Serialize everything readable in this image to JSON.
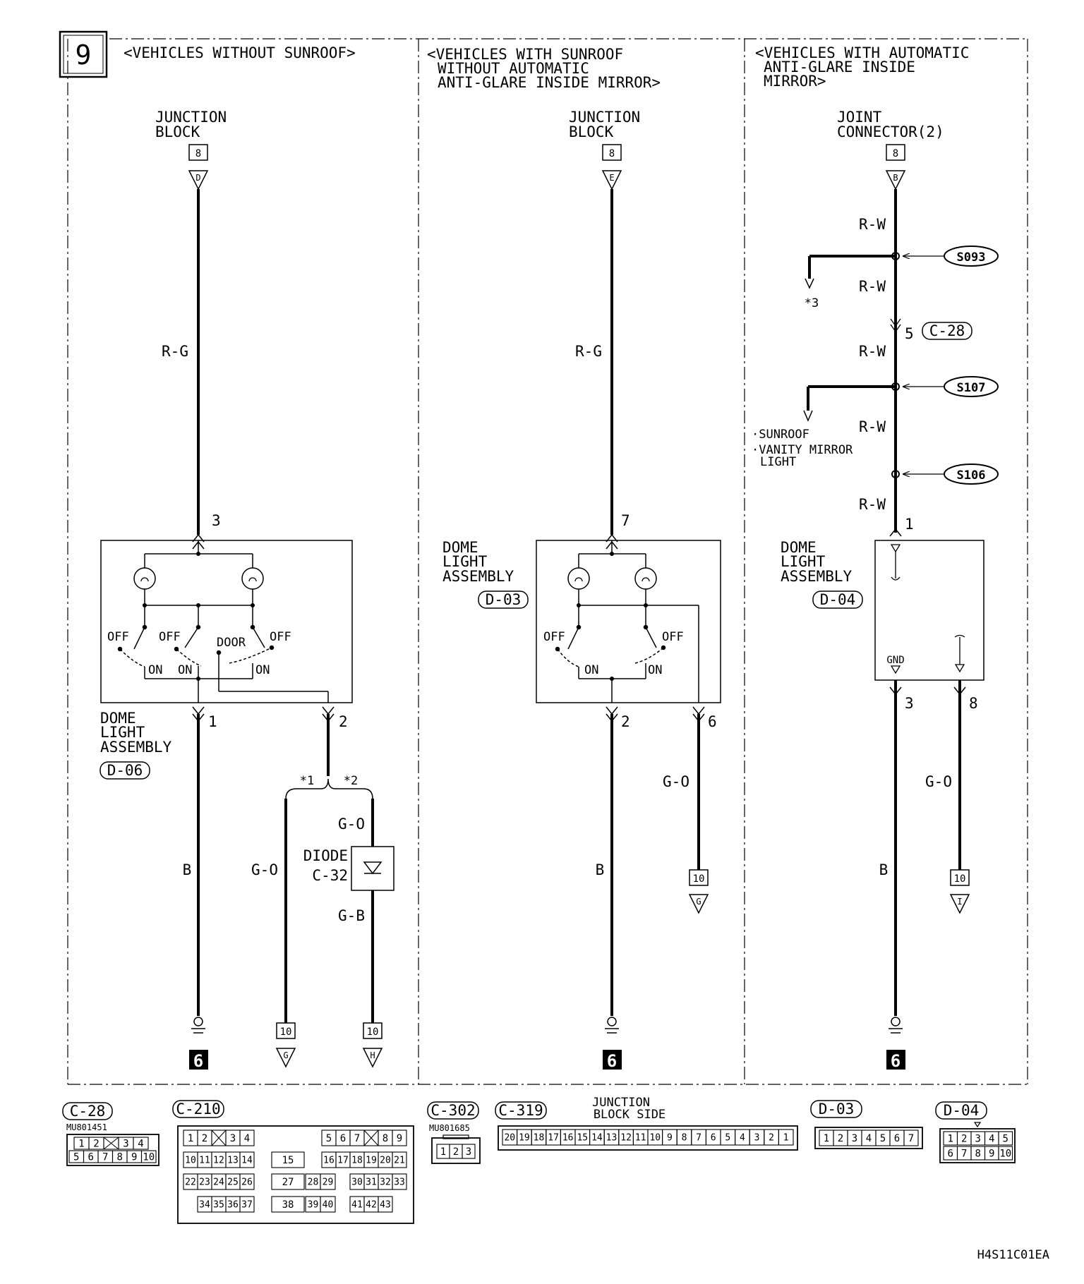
{
  "page_number": "9",
  "figure_code": "H4S11C01EA",
  "sections": {
    "s1": {
      "title": "<VEHICLES WITHOUT SUNROOF>",
      "source_name": [
        "JUNCTION",
        "BLOCK"
      ],
      "source_pin": "8",
      "source_letter": "D",
      "top_wire": "R-G",
      "in_pin": "3",
      "switch_labels": {
        "off1": "OFF",
        "off2": "OFF",
        "door": "DOOR",
        "off3": "OFF",
        "on1": "ON",
        "on2": "ON",
        "on3": "ON"
      },
      "assembly_name": [
        "DOME",
        "LIGHT",
        "ASSEMBLY"
      ],
      "assembly_code": "D-06",
      "out_pin_gnd": "1",
      "out_pin_sig": "2",
      "gnd_wire": "B",
      "star1": "*1",
      "star2": "*2",
      "left_wire": "G-O",
      "diode_in_wire": "G-O",
      "diode_name": "DIODE",
      "diode_code": "C-32",
      "diode_out_wire": "G-B",
      "ground_num": "6",
      "conn_left_pin": "10",
      "conn_left_letter": "G",
      "conn_right_pin": "10",
      "conn_right_letter": "H"
    },
    "s2": {
      "title": [
        "<VEHICLES WITH SUNROOF",
        "WITHOUT AUTOMATIC",
        "ANTI-GLARE INSIDE MIRROR>"
      ],
      "source_name": [
        "JUNCTION",
        "BLOCK"
      ],
      "source_pin": "8",
      "source_letter": "E",
      "top_wire": "R-G",
      "in_pin": "7",
      "switch_labels": {
        "off1": "OFF",
        "off2": "OFF",
        "on1": "ON",
        "on2": "ON"
      },
      "assembly_name": [
        "DOME",
        "LIGHT",
        "ASSEMBLY"
      ],
      "assembly_code": "D-03",
      "out_pin_gnd": "2",
      "out_pin_sig": "6",
      "gnd_wire": "B",
      "sig_wire": "G-O",
      "conn_pin": "10",
      "conn_letter": "G",
      "ground_num": "6"
    },
    "s3": {
      "title": [
        "<VEHICLES WITH AUTOMATIC",
        "ANTI-GLARE INSIDE",
        "MIRROR>"
      ],
      "source_name": [
        "JOINT",
        "CONNECTOR(2)"
      ],
      "source_pin": "8",
      "source_letter": "B",
      "wire_1": "R-W",
      "splice_1": "S093",
      "wire_2": "R-W",
      "branch_1": "*3",
      "c28_pin": "5",
      "c28_code": "C-28",
      "wire_3": "R-W",
      "splice_2": "S107",
      "wire_4": "R-W",
      "branch_2": [
        "·SUNROOF",
        "·VANITY MIRROR",
        "LIGHT"
      ],
      "splice_3": "S106",
      "wire_5": "R-W",
      "in_pin": "1",
      "assembly_name": [
        "DOME",
        "LIGHT",
        "ASSEMBLY"
      ],
      "assembly_code": "D-04",
      "gnd_label": "GND",
      "out_pin_gnd": "3",
      "out_pin_sig": "8",
      "gnd_wire": "B",
      "sig_wire": "G-O",
      "conn_pin": "10",
      "conn_letter": "I",
      "ground_num": "6"
    }
  },
  "connectors": {
    "c28": {
      "code": "C-28",
      "part": "MU801451",
      "row1": [
        "1",
        "2",
        "",
        "3",
        "4"
      ],
      "row2": [
        "5",
        "6",
        "7",
        "8",
        "9",
        "10"
      ]
    },
    "c210": {
      "code": "C-210",
      "row1a": [
        "1",
        "2",
        "",
        "3",
        "4"
      ],
      "row1b": [
        "5",
        "6",
        "7",
        "",
        "8",
        "9"
      ],
      "row2a": [
        "10",
        "11",
        "12",
        "13",
        "14"
      ],
      "row2m": "15",
      "row2b": [
        "16",
        "17",
        "18",
        "19",
        "20",
        "21"
      ],
      "row3a": [
        "22",
        "23",
        "24",
        "25",
        "26"
      ],
      "row3m": [
        "27",
        "28",
        "29"
      ],
      "row3b": [
        "30",
        "31",
        "32",
        "33"
      ],
      "row4a": [
        "34",
        "35",
        "36",
        "37"
      ],
      "row4m": [
        "38",
        "39",
        "40"
      ],
      "row4b": [
        "41",
        "42",
        "43"
      ]
    },
    "c302": {
      "code": "C-302",
      "part": "MU801685",
      "pins": [
        "1",
        "2",
        "3"
      ]
    },
    "c319": {
      "code": "C-319",
      "label": [
        "JUNCTION",
        "BLOCK SIDE"
      ],
      "pins": [
        "20",
        "19",
        "18",
        "17",
        "16",
        "15",
        "14",
        "13",
        "12",
        "11",
        "10",
        "9",
        "8",
        "7",
        "6",
        "5",
        "4",
        "3",
        "2",
        "1"
      ]
    },
    "d03": {
      "code": "D-03",
      "pins": [
        "1",
        "2",
        "3",
        "4",
        "5",
        "6",
        "7"
      ]
    },
    "d04": {
      "code": "D-04",
      "row1": [
        "1",
        "2",
        "3",
        "4",
        "5"
      ],
      "row2": [
        "6",
        "7",
        "8",
        "9",
        "10"
      ]
    }
  }
}
